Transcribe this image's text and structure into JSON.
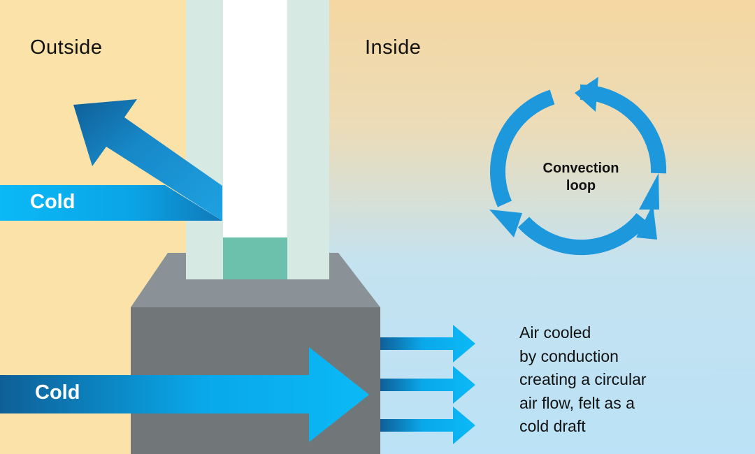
{
  "labels": {
    "outside": "Outside",
    "inside": "Inside",
    "cold_upper": "Cold",
    "cold_lower": "Cold",
    "convection_loop": [
      "Convection",
      "loop"
    ]
  },
  "description": [
    "Air cooled",
    "by conduction",
    "creating a circular",
    "air flow, felt as a",
    "cold draft"
  ],
  "colors": {
    "outside_bg": "#fbe2a9",
    "inside_warm": "#f4d8a2",
    "inside_cool": "#bfe3f4",
    "glass_pane": "#d6e9e2",
    "glass_gap": "#ffffff",
    "spacer": "#6cc1ad",
    "frame_top": "#8a9197",
    "frame_body": "#707579",
    "arrow_blue": "#1d98dc",
    "arrow_dark": "#0d5f96",
    "arrow_cyan": "#08b8f4"
  },
  "icons": {
    "loop": "circular-arrows-icon"
  }
}
